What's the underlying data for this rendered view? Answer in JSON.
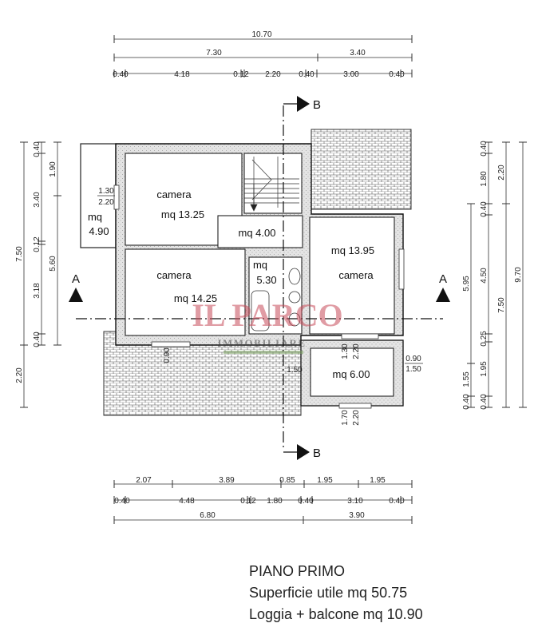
{
  "dims_top": {
    "total": "10.70",
    "row2": [
      "7.30",
      "3.40"
    ],
    "row3": [
      "0.40",
      "4.18",
      "0.12",
      "2.20",
      "0.40",
      "3.00",
      "0.40"
    ]
  },
  "dims_bottom": {
    "row1": [
      "2.07",
      "3.89",
      "0.85",
      "1.95",
      "1.95"
    ],
    "row2": [
      "0.40",
      "4.48",
      "0.12",
      "1.80",
      "0.40",
      "3.10",
      "0.40"
    ],
    "row3": [
      "6.80",
      "3.90"
    ]
  },
  "dims_left": {
    "outer": [
      "7.50",
      "2.20"
    ],
    "middle": [
      "0.40",
      "3.40",
      "0.12",
      "3.18",
      "0.40"
    ],
    "inner": [
      "1.90",
      "5.60"
    ]
  },
  "dims_right": {
    "inner": [
      "1.55",
      "5.95",
      "0.40"
    ],
    "middle": [
      "0.40",
      "1.80",
      "0.40",
      "4.50",
      "0.25",
      "1.95",
      "0.40"
    ],
    "outer": [
      "2.20",
      "7.50",
      "9.70"
    ]
  },
  "rooms": {
    "camera1_name": "camera",
    "camera1_area": "mq 13.25",
    "hall_area": "mq 4.00",
    "bath_mq": "mq",
    "bath_val": "5.30",
    "camera2_name": "camera",
    "camera2_area": "mq 14.25",
    "camera3_area": "mq 13.95",
    "camera3_name": "camera",
    "loggia_mq": "mq",
    "loggia_val": "4.90",
    "balcony_area": "mq 6.00"
  },
  "openings": {
    "win_left_top": "1.30",
    "win_left_bot": "2.20",
    "win_right_top": "1.30",
    "win_right_bot": "2.20",
    "win_right2_top": "0.90",
    "win_right2_bot": "1.50",
    "win_bal_top": "1.70",
    "win_bal_bot": "2.20",
    "small_a": "0.90",
    "small_b": "1.50"
  },
  "section_marks": {
    "a": "A",
    "b": "B"
  },
  "watermark": {
    "brand": "IL PARCO",
    "sub": "IMMOBILIARE"
  },
  "caption": {
    "title": "PIANO  PRIMO",
    "line1": "Superficie utile mq 50.75",
    "line2": "Loggia + balcone mq 10.90"
  }
}
